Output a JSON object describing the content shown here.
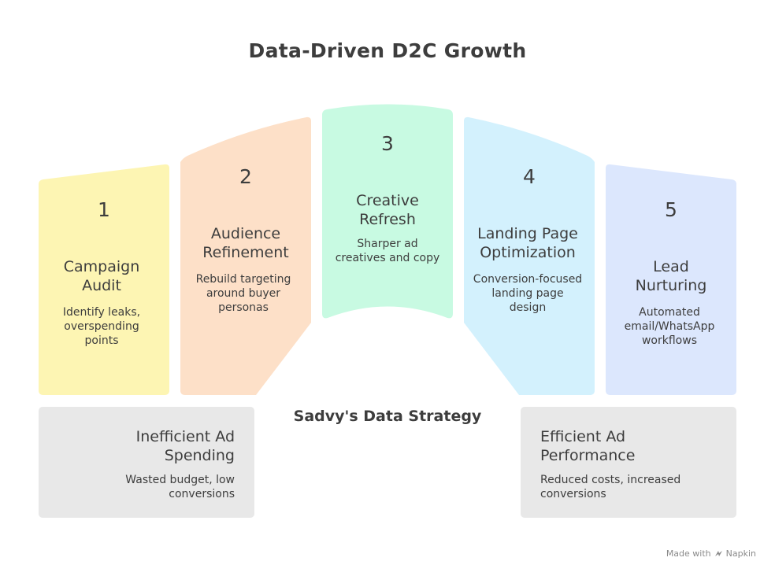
{
  "title": "Data-Driven D2C Growth",
  "stages": [
    {
      "number": "1",
      "title": "Campaign\nAudit",
      "description": "Identify leaks,\noverspending\npoints",
      "color": "#fdf5b3"
    },
    {
      "number": "2",
      "title": "Audience\nRefinement",
      "description": "Rebuild targeting\naround buyer\npersonas",
      "color": "#fde0c8"
    },
    {
      "number": "3",
      "title": "Creative\nRefresh",
      "description": "Sharper ad\ncreatives and copy",
      "color": "#c8fae2"
    },
    {
      "number": "4",
      "title": "Landing Page\nOptimization",
      "description": "Conversion-focused\nlanding page\ndesign",
      "color": "#d3f1fd"
    },
    {
      "number": "5",
      "title": "Lead\nNurturing",
      "description": "Automated\nemail/WhatsApp\nworkflows",
      "color": "#dce7fd"
    }
  ],
  "center_label": "Sadvy's Data Strategy",
  "left_box": {
    "title": "Inefficient Ad\nSpending",
    "description": "Wasted budget, low\nconversions",
    "color": "#e8e8e8"
  },
  "right_box": {
    "title": "Efficient Ad\nPerformance",
    "description": "Reduced costs, increased\nconversions",
    "color": "#e8e8e8"
  },
  "footer": {
    "made_with": "Made with",
    "brand": "Napkin"
  }
}
